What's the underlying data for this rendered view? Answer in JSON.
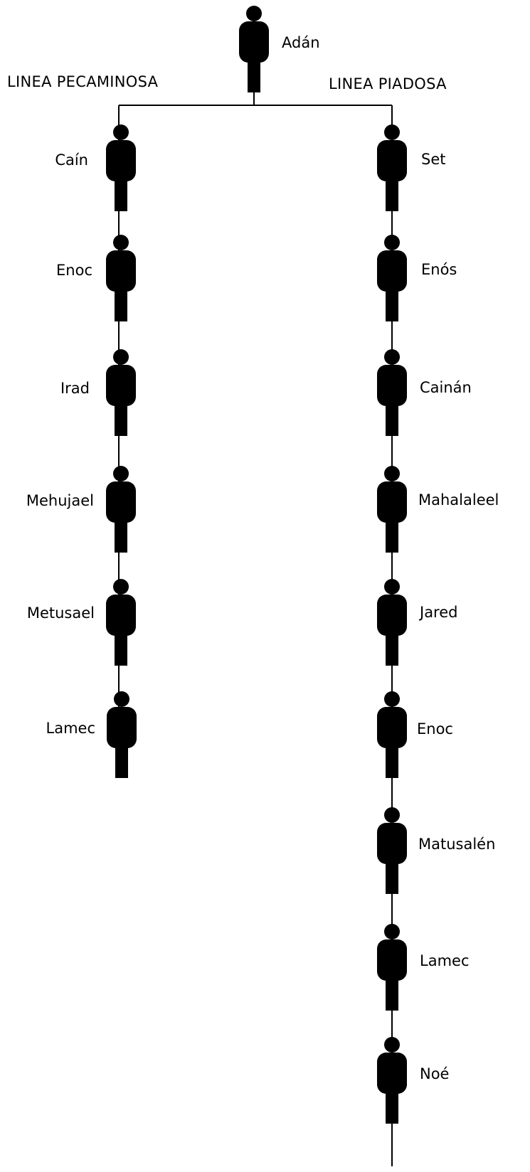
{
  "root": {
    "name": "Adán"
  },
  "headers": {
    "left": "LINEA PECAMINOSA",
    "right": "LINEA  PIADOSA"
  },
  "left_line": [
    "Caín",
    "Enoc",
    "Irad",
    "Mehujael",
    "Metusael",
    "Lamec"
  ],
  "right_line": [
    "Set",
    "Enós",
    "Cainán",
    "Mahalaleel",
    "Jared",
    "Enoc",
    "Matusalén",
    "Lamec",
    "Noé"
  ],
  "colors": {
    "figure": "#000000",
    "background": "#ffffff"
  },
  "icons": {
    "person": "person-silhouette-icon"
  }
}
